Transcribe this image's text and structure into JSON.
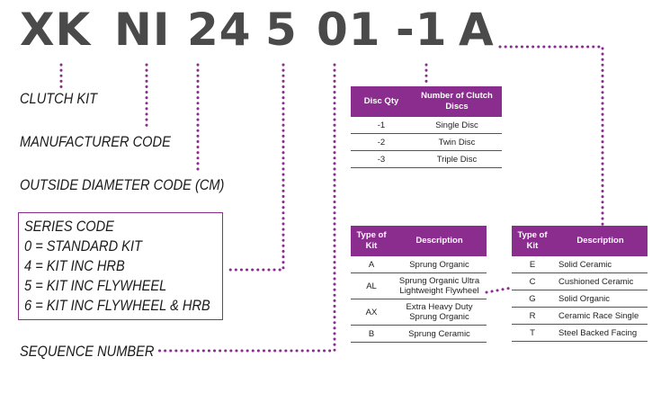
{
  "part_code": {
    "segments": [
      "XK",
      "NI",
      "24",
      "5",
      "01",
      "-1",
      "A"
    ]
  },
  "labels": {
    "clutch_kit": "CLUTCH KIT",
    "manufacturer_code": "MANUFACTURER CODE",
    "outside_diameter": "OUTSIDE DIAMETER CODE (CM)",
    "sequence_number": "SEQUENCE NUMBER"
  },
  "series_box": {
    "lines": [
      "SERIES CODE",
      "0 = STANDARD KIT",
      "4 = KIT INC HRB",
      "5 = KIT INC FLYWHEEL",
      "6 = KIT INC FLYWHEEL & HRB"
    ]
  },
  "disc_table": {
    "headers": [
      "Disc Qty",
      "Number of Clutch Discs"
    ],
    "rows": [
      [
        "-1",
        "Single Disc"
      ],
      [
        "-2",
        "Twin Disc"
      ],
      [
        "-3",
        "Triple Disc"
      ]
    ]
  },
  "kit_table_left": {
    "headers": [
      "Type of Kit",
      "Description"
    ],
    "rows": [
      [
        "A",
        "Sprung Organic"
      ],
      [
        "AL",
        "Sprung Organic Ultra Lightweight Flywheel"
      ],
      [
        "AX",
        "Extra Heavy Duty Sprung Organic"
      ],
      [
        "B",
        "Sprung Ceramic"
      ]
    ]
  },
  "kit_table_right": {
    "headers": [
      "Type of Kit",
      "Description"
    ],
    "rows": [
      [
        "E",
        "Solid Ceramic"
      ],
      [
        "C",
        "Cushioned Ceramic"
      ],
      [
        "G",
        "Solid Organic"
      ],
      [
        "R",
        "Ceramic Race Single"
      ],
      [
        "T",
        "Steel Backed Facing"
      ]
    ]
  },
  "colors": {
    "accent": "#8b2d8f",
    "code_text": "#4a4a4a"
  }
}
